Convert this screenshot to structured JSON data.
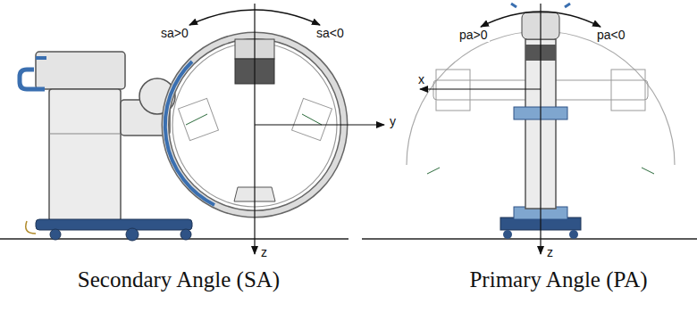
{
  "diagram": {
    "labels": [
      "sa>0",
      "sa<0",
      "y",
      "z",
      "Secondary Angle (SA)",
      "pa>0",
      "pa<0",
      "x",
      "z",
      "Primary Angle (PA)"
    ]
  }
}
